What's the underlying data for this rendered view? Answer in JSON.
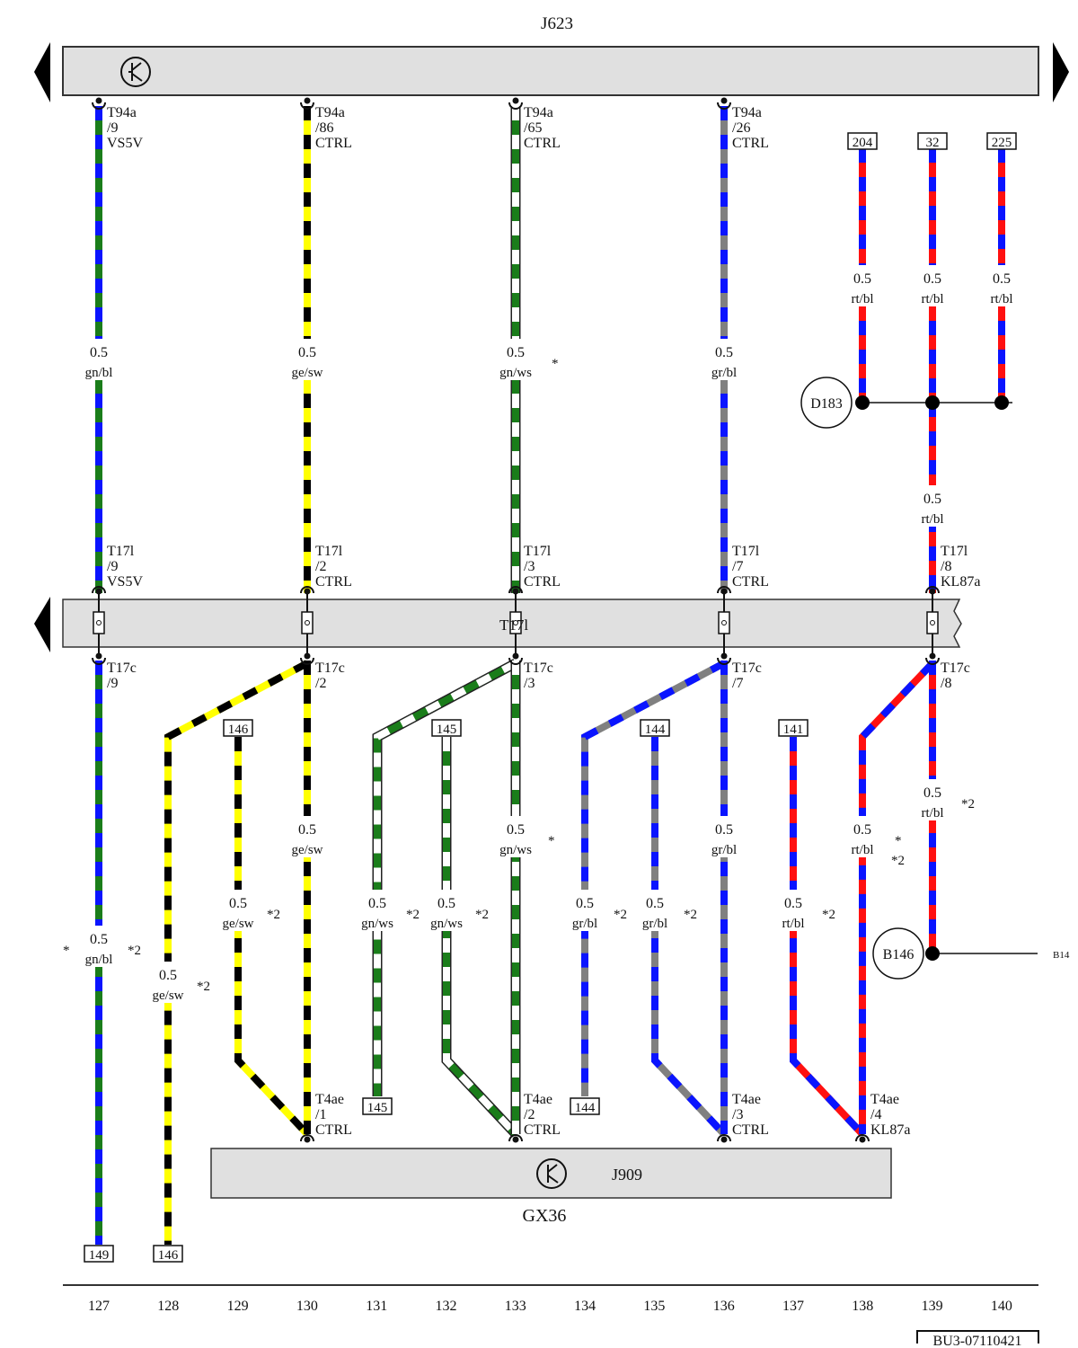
{
  "colors": {
    "gn": "#1a7d1a",
    "bl": "#0a14ff",
    "ge": "#ffff00",
    "sw": "#000000",
    "ws": "#ffffff",
    "gr": "#808080",
    "rt": "#ff1010"
  },
  "components": {
    "j623": "J623",
    "t17l_bar": "T17l",
    "j909": "J909",
    "gx36": "GX36"
  },
  "top_wires": [
    {
      "size": "0.5",
      "color": "gn/bl",
      "notes": []
    },
    {
      "size": "0.5",
      "color": "ge/sw",
      "notes": []
    },
    {
      "size": "0.5",
      "color": "gn/ws",
      "notes": [
        "*"
      ]
    },
    {
      "size": "0.5",
      "color": "gr/bl",
      "notes": []
    },
    {
      "size": "0.5",
      "color": "rt/bl",
      "notes": []
    },
    {
      "size": "0.5",
      "color": "rt/bl",
      "notes": []
    },
    {
      "size": "0.5",
      "color": "rt/bl",
      "notes": []
    },
    {
      "size": "0.5",
      "color": "rt/bl",
      "notes": []
    }
  ],
  "bottom_wires": [
    {
      "size": "0.5",
      "color": "gn/bl",
      "notes": [
        "*",
        "*2"
      ]
    },
    {
      "size": "0.5",
      "color": "ge/sw",
      "notes": [
        "*2"
      ]
    },
    {
      "size": "0.5",
      "color": "ge/sw",
      "notes": [
        "*2"
      ]
    },
    {
      "size": "0.5",
      "color": "ge/sw",
      "notes": []
    },
    {
      "size": "0.5",
      "color": "gn/ws",
      "notes": [
        "*2"
      ]
    },
    {
      "size": "0.5",
      "color": "gn/ws",
      "notes": [
        "*2"
      ]
    },
    {
      "size": "0.5",
      "color": "gn/ws",
      "notes": [
        "*"
      ]
    },
    {
      "size": "0.5",
      "color": "gr/bl",
      "notes": [
        "*2"
      ]
    },
    {
      "size": "0.5",
      "color": "gr/bl",
      "notes": [
        "*2"
      ]
    },
    {
      "size": "0.5",
      "color": "gr/bl",
      "notes": []
    },
    {
      "size": "0.5",
      "color": "rt/bl",
      "notes": [
        "*2"
      ]
    },
    {
      "size": "0.5",
      "color": "rt/bl",
      "notes": [
        "*",
        "*2"
      ]
    },
    {
      "size": "0.5",
      "color": "rt/bl",
      "notes": [
        "*2"
      ]
    }
  ],
  "connectors": [
    {
      "lines": [
        "T94a",
        "/9",
        "VS5V"
      ]
    },
    {
      "lines": [
        "T94a",
        "/86",
        "CTRL"
      ]
    },
    {
      "lines": [
        "T94a",
        "/65",
        "CTRL"
      ]
    },
    {
      "lines": [
        "T94a",
        "/26",
        "CTRL"
      ]
    },
    {
      "lines": [
        "T17l",
        "/9",
        "VS5V"
      ]
    },
    {
      "lines": [
        "T17l",
        "/2",
        "CTRL"
      ]
    },
    {
      "lines": [
        "T17l",
        "/3",
        "CTRL"
      ]
    },
    {
      "lines": [
        "T17l",
        "/7",
        "CTRL"
      ]
    },
    {
      "lines": [
        "T17l",
        "/8",
        "KL87a"
      ]
    },
    {
      "lines": [
        "T17c",
        "/9"
      ]
    },
    {
      "lines": [
        "T17c",
        "/2"
      ]
    },
    {
      "lines": [
        "T17c",
        "/3"
      ]
    },
    {
      "lines": [
        "T17c",
        "/7"
      ]
    },
    {
      "lines": [
        "T17c",
        "/8"
      ]
    },
    {
      "lines": [
        "T4ae",
        "/1",
        "CTRL"
      ]
    },
    {
      "lines": [
        "T4ae",
        "/2",
        "CTRL"
      ]
    },
    {
      "lines": [
        "T4ae",
        "/3",
        "CTRL"
      ]
    },
    {
      "lines": [
        "T4ae",
        "/4",
        "KL87a"
      ]
    }
  ],
  "references": [
    "204",
    "32",
    "225",
    "146",
    "145",
    "144",
    "141",
    "149",
    "146",
    "145",
    "144"
  ],
  "splices": {
    "d183": "D183",
    "b146": "B146",
    "b146_continuation": "B14"
  },
  "column_numbers": [
    "127",
    "128",
    "129",
    "130",
    "131",
    "132",
    "133",
    "134",
    "135",
    "136",
    "137",
    "138",
    "139",
    "140"
  ],
  "document_ref": "BU3-07110421"
}
